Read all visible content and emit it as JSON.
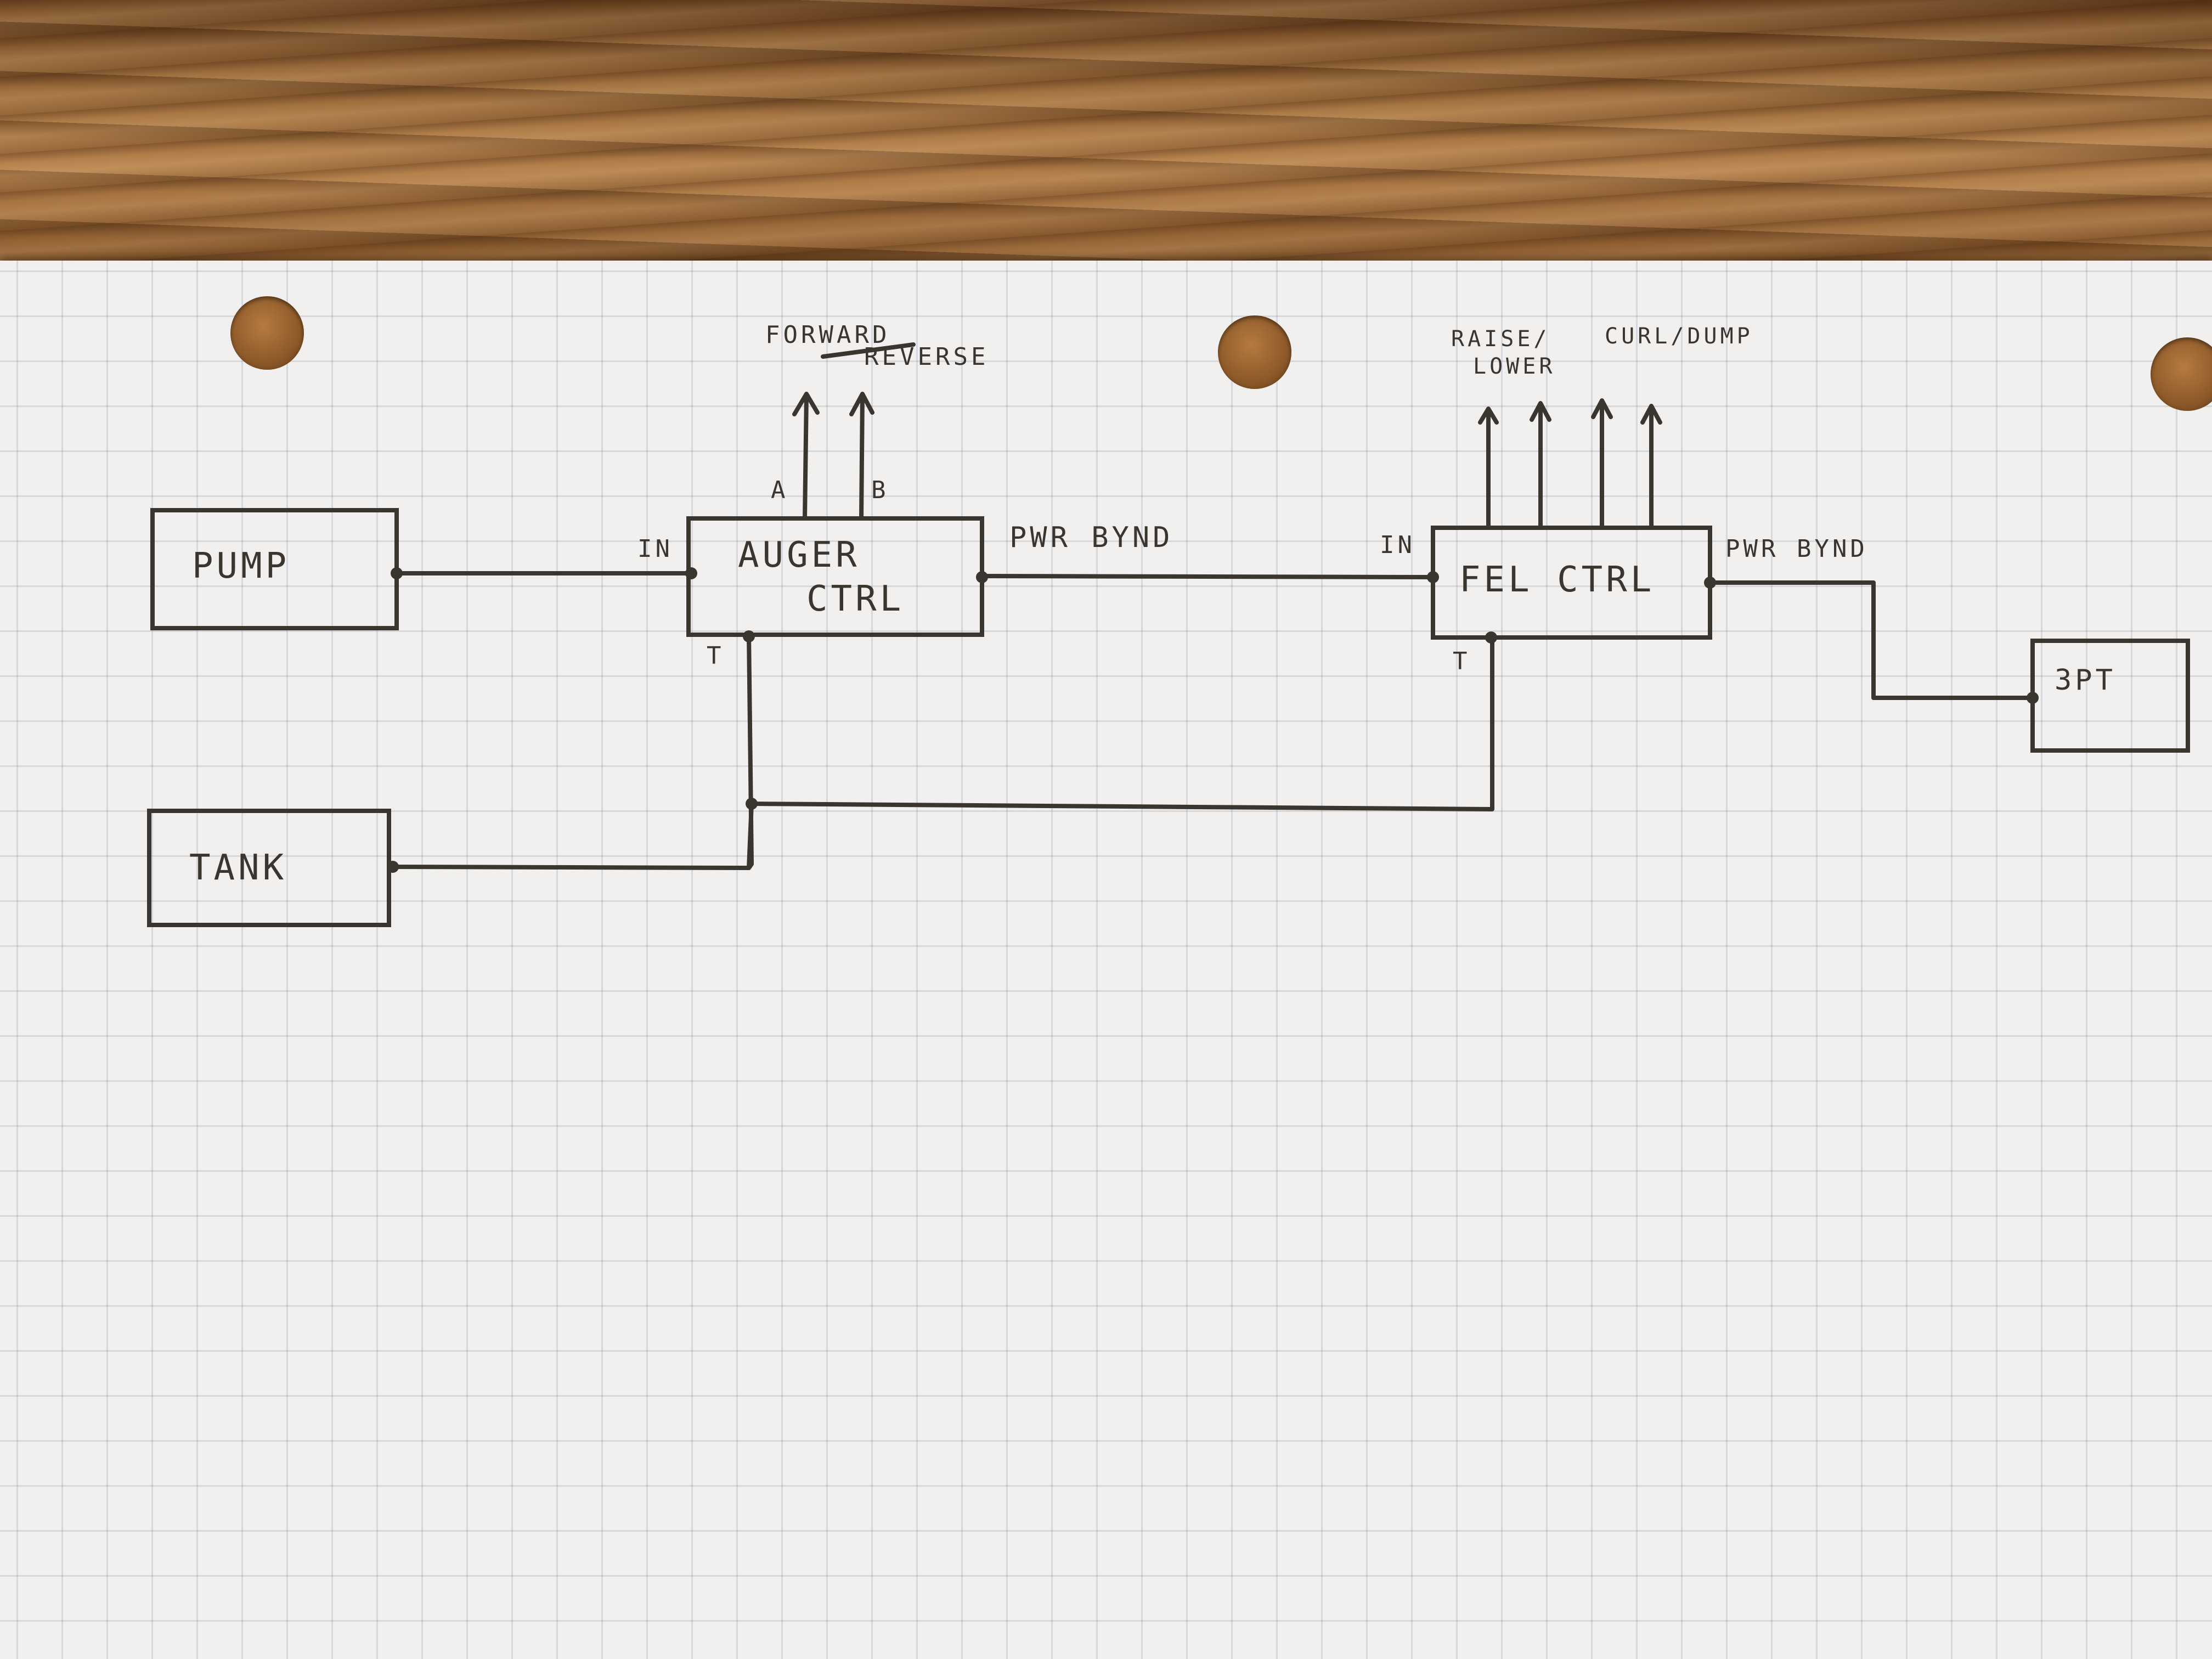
{
  "blocks": {
    "pump": "PUMP",
    "tank": "TANK",
    "auger_line1": "AUGER",
    "auger_line2": "CTRL",
    "fel": "FEL CTRL",
    "three_pt": "3PT"
  },
  "ports": {
    "auger_in": "IN",
    "auger_a": "A",
    "auger_b": "B",
    "auger_t": "T",
    "auger_pwr": "PWR BYND",
    "fel_in": "IN",
    "fel_t": "T",
    "fel_pwr": "PWR BYND"
  },
  "outputs": {
    "forward": "FORWARD",
    "reverse": "REVERSE",
    "raise": "RAISE/",
    "lower": "LOWER",
    "curl_dump": "CURL/DUMP"
  },
  "ink_color": "#3b3530",
  "paper_color": "#f1f0ee"
}
